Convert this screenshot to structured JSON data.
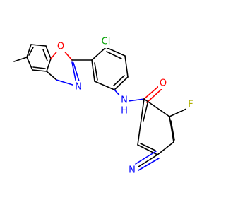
{
  "molecule": {
    "atoms": [
      {
        "id": "cl",
        "symbol": "Cl",
        "color": "#00a000"
      },
      {
        "id": "o1",
        "symbol": "O",
        "color": "#ff0000"
      },
      {
        "id": "n1",
        "symbol": "N",
        "color": "#0000ff"
      },
      {
        "id": "nh",
        "symbol": "N",
        "h_label": "H",
        "color": "#0000ff"
      },
      {
        "id": "o2",
        "symbol": "O",
        "color": "#ff0000"
      },
      {
        "id": "f",
        "symbol": "F",
        "color": "#b0b000"
      },
      {
        "id": "n2",
        "symbol": "N",
        "color": "#0000ff"
      }
    ]
  }
}
